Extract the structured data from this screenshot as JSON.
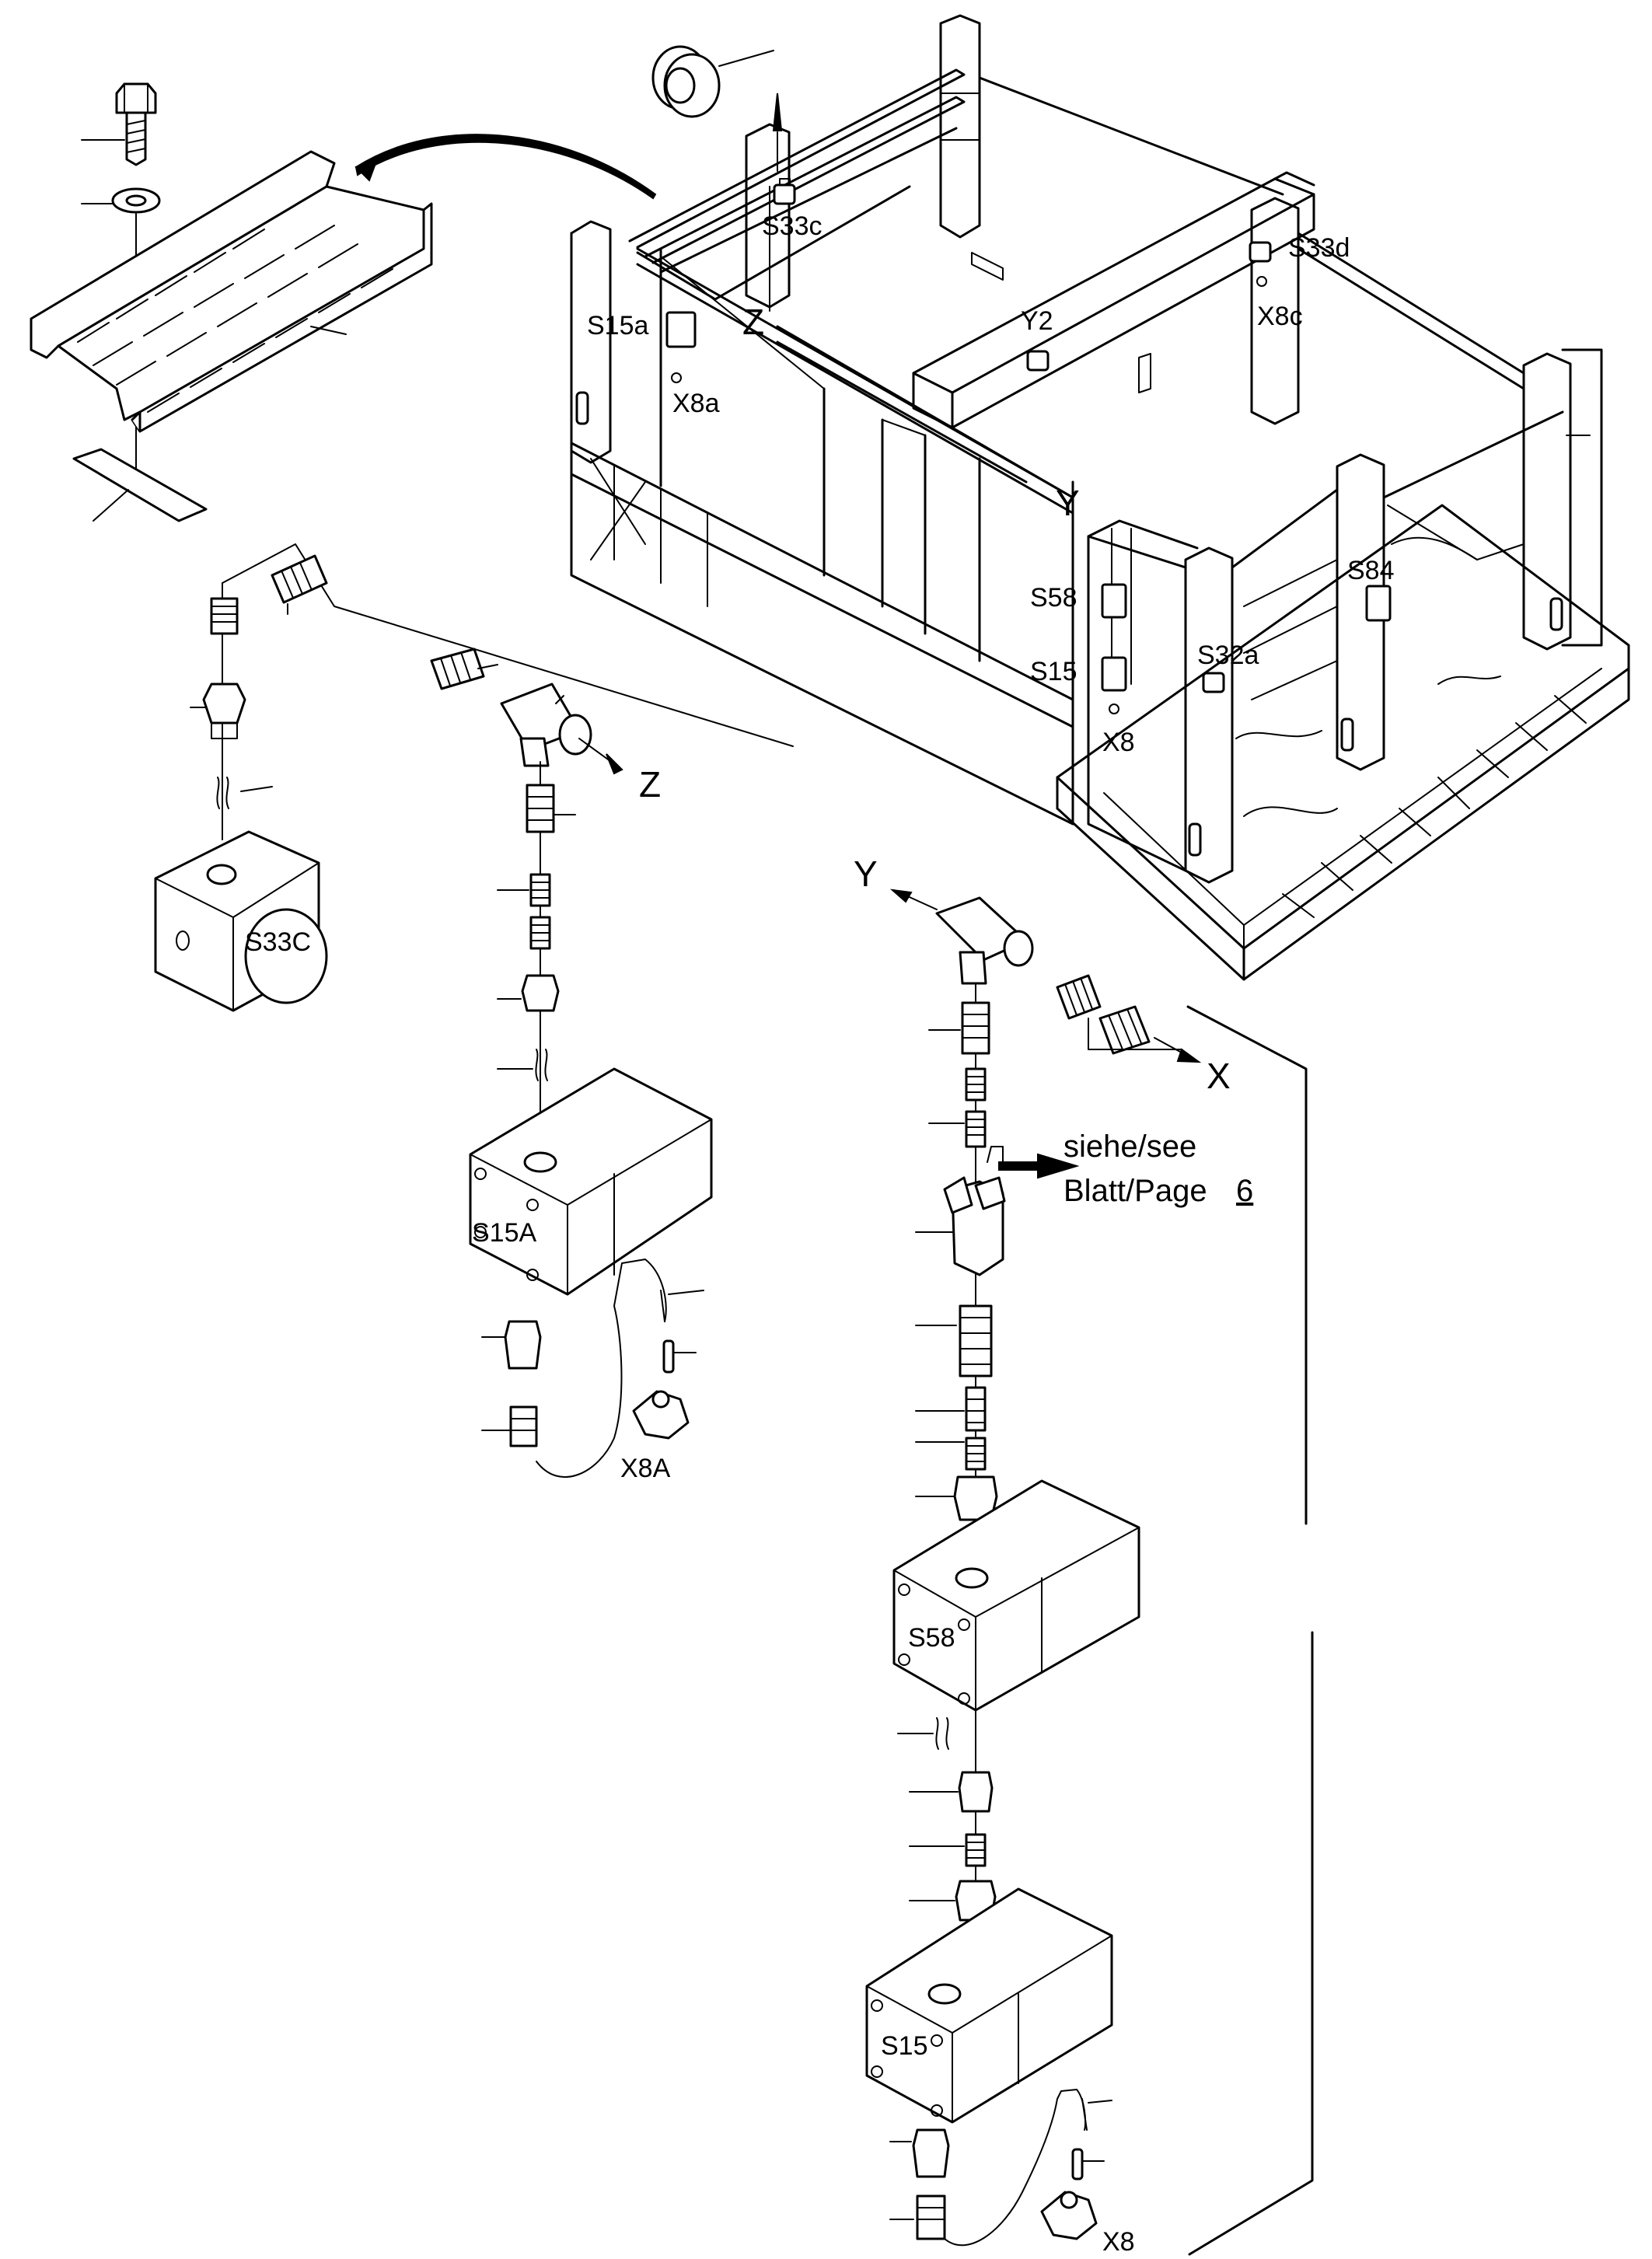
{
  "frame_labels": {
    "s33c": "S33c",
    "s33d": "S33d",
    "s15a": "S15a",
    "z": "Z",
    "x8c": "X8c",
    "y2": "Y2",
    "x8a": "X8a",
    "y": "Y",
    "s58": "S58",
    "s84": "S84",
    "s15": "S15",
    "s32a": "S32a",
    "x8": "X8"
  },
  "detail_labels": {
    "z_arrow": "Z",
    "y_arrow": "Y",
    "x_arrow": "X",
    "s33c_box": "S33C",
    "s15a_box": "S15A",
    "x8a_connector": "X8A",
    "s58_box": "S58",
    "s15_box": "S15",
    "x8_connector": "X8",
    "reference_line1": "siehe/see",
    "reference_line2": "Blatt/Page",
    "reference_page": "6"
  }
}
